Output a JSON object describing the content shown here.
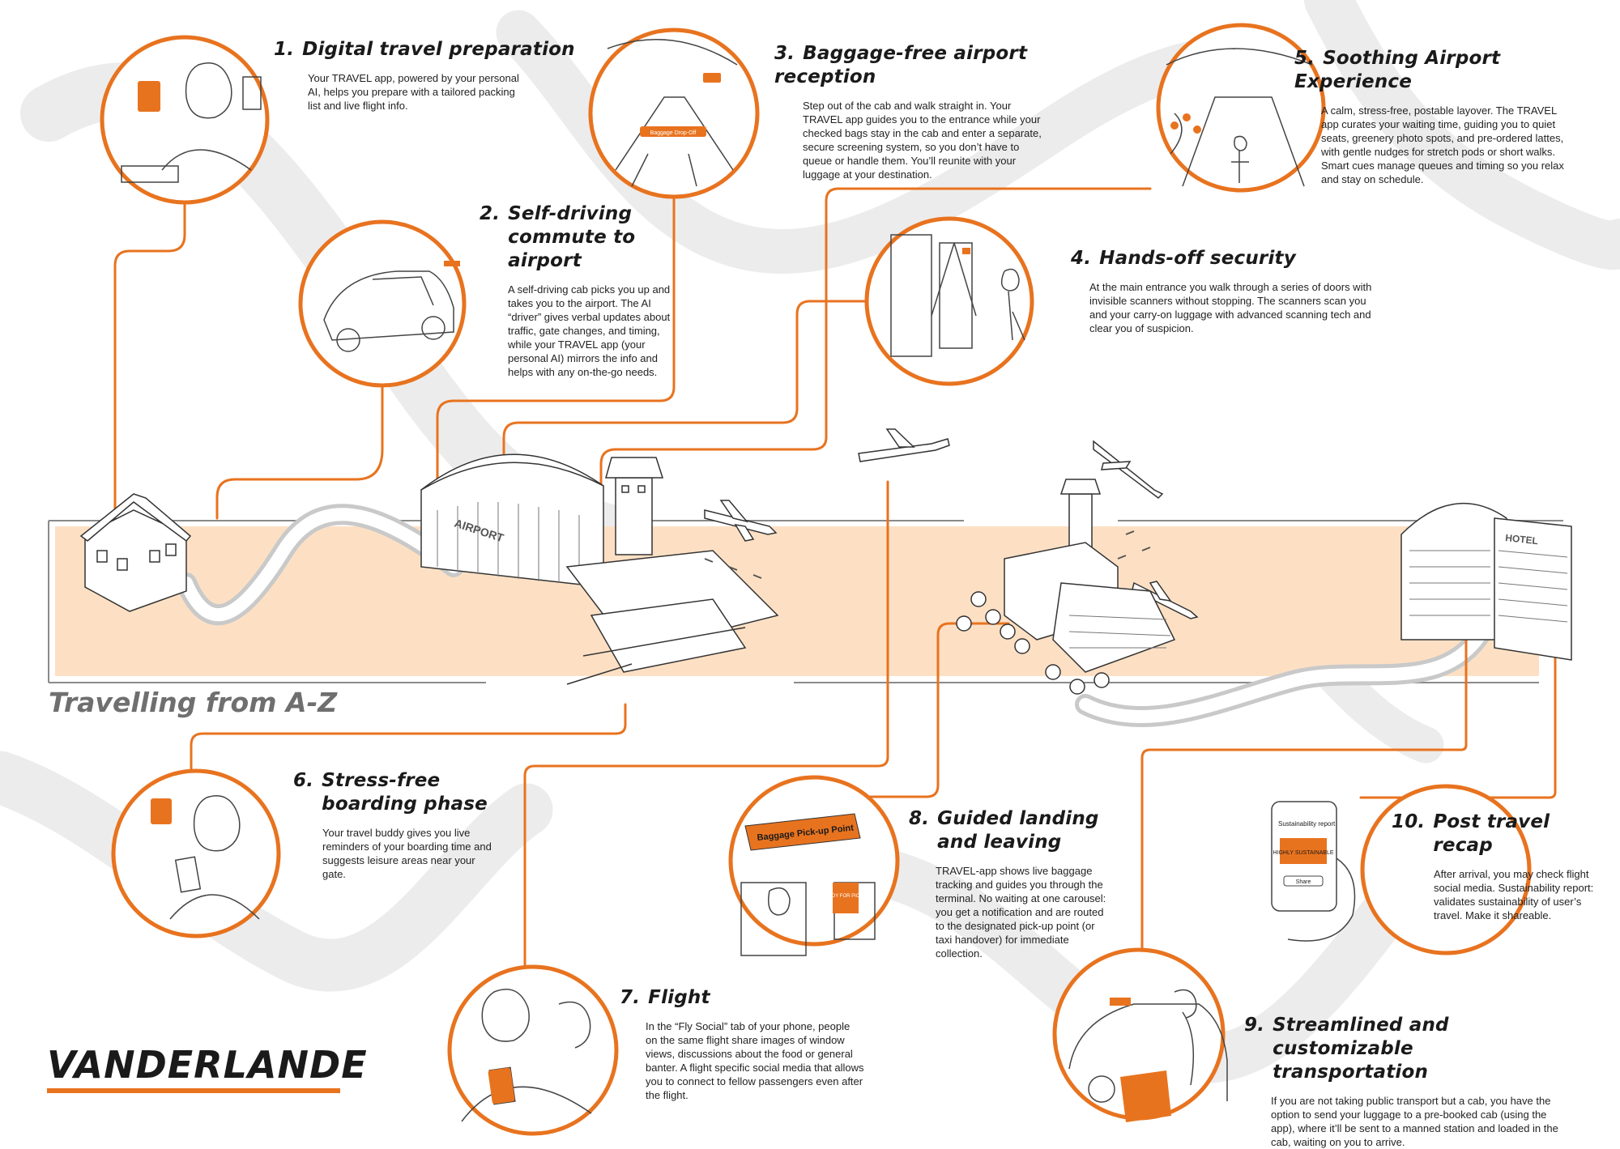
{
  "colors": {
    "accent": "#e8731f",
    "band": "#fde0c4",
    "swoosh": "#ececec",
    "ink": "#1a1a1a",
    "title_grey": "#6f6f6f"
  },
  "title": "Travelling from A-Z",
  "brand": "VANDERLANDE",
  "illustration_labels": {
    "airport": "AIRPORT",
    "hotel": "HOTEL",
    "drop_off": "Baggage Drop-Off",
    "pickup": "Baggage Pick-up Point",
    "ready": "READY FOR PICKUP",
    "report_title": "Sustainability report",
    "report_badge": "HIGHLY SUSTAINABLE",
    "report_button": "Share"
  },
  "steps": [
    {
      "num": "1.",
      "title": "Digital travel preparation",
      "text": "Your TRAVEL app, powered by your personal AI, helps you prepare with a tailored packing list and live flight info.",
      "icon": "person-with-phone-icon"
    },
    {
      "num": "2.",
      "title": "Self-driving commute to airport",
      "text": "A self-driving cab picks you up and takes you to the airport. The AI “driver” gives verbal updates about traffic, gate changes, and timing, while your TRAVEL app (your personal AI) mirrors the info and helps with any on-the-go needs.",
      "icon": "self-driving-cab-icon"
    },
    {
      "num": "3.",
      "title": "Baggage-free airport reception",
      "text": "Step out of the cab and walk straight in. Your TRAVEL app guides you to the entrance while your checked bags stay in the cab and enter a separate, secure screening system, so you don’t have to queue or handle them. You’ll reunite with your luggage at your destination.",
      "icon": "baggage-drop-off-icon"
    },
    {
      "num": "4.",
      "title": "Hands-off security",
      "text": "At the main entrance you walk through a series of doors with invisible scanners without stopping. The scanners scan you and your carry-on luggage with advanced scanning tech and clear you of suspicion.",
      "icon": "security-scanner-icon"
    },
    {
      "num": "5.",
      "title": "Soothing Airport Experience",
      "text": "A calm, stress-free, postable layover. The TRAVEL app curates your waiting time, guiding you to quiet seats, greenery photo spots, and pre-ordered lattes, with gentle nudges for stretch pods or short walks. Smart cues manage queues and timing so you relax and stay on schedule.",
      "icon": "airport-lounge-icon"
    },
    {
      "num": "6.",
      "title": "Stress-free boarding phase",
      "text": "Your travel buddy gives you live reminders of your boarding time and suggests leisure areas near your gate.",
      "icon": "boarding-reminder-icon"
    },
    {
      "num": "7.",
      "title": "Flight",
      "text": "In the “Fly Social” tab of your phone, people on the same flight share images of window views, discussions about the food or general banter. A flight specific social media that allows you to connect to fellow passengers even after the flight.",
      "icon": "passengers-icon"
    },
    {
      "num": "8.",
      "title": "Guided landing and leaving",
      "text": "TRAVEL-app shows live baggage tracking and guides you through the terminal. No waiting at one carousel: you get a notification and are routed to the designated pick-up point (or taxi handover) for immediate collection.",
      "icon": "baggage-pickup-icon"
    },
    {
      "num": "9.",
      "title": "Streamlined and customizable transportation",
      "text": "If you are not taking public transport but a cab, you have the option to send your luggage to a pre-booked cab (using the app), where it’ll be sent to a manned station and loaded in the cab, waiting on you to arrive.",
      "icon": "taxi-luggage-icon"
    },
    {
      "num": "10.",
      "title": "Post travel recap",
      "text": "After arrival, you may check flight social media. Sustainability report: validates sustainability of user’s travel. Make it shareable.",
      "icon": "sustainability-report-icon"
    }
  ]
}
